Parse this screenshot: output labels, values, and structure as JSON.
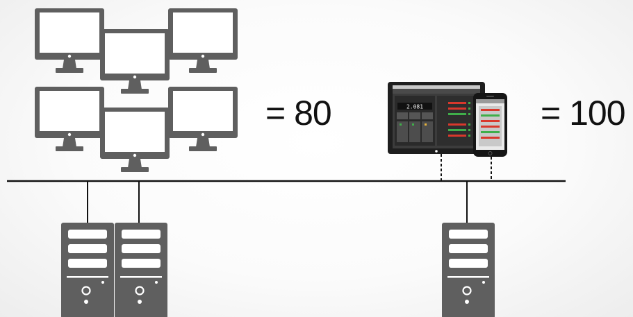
{
  "labels": {
    "desktops_equals": "= 80",
    "mobile_equals": "= 100"
  },
  "tablet_screen": {
    "display_readout": "2.081"
  },
  "colors": {
    "device_gray": "#5f5f5f",
    "network_line": "#111111",
    "status_green": "#3fae4a",
    "status_red": "#d9382c",
    "status_amber": "#e7b33c"
  },
  "icons": {
    "monitor": "desktop-monitor-icon",
    "server": "server-tower-icon",
    "tablet": "tablet-device-icon",
    "phone": "smartphone-device-icon"
  }
}
